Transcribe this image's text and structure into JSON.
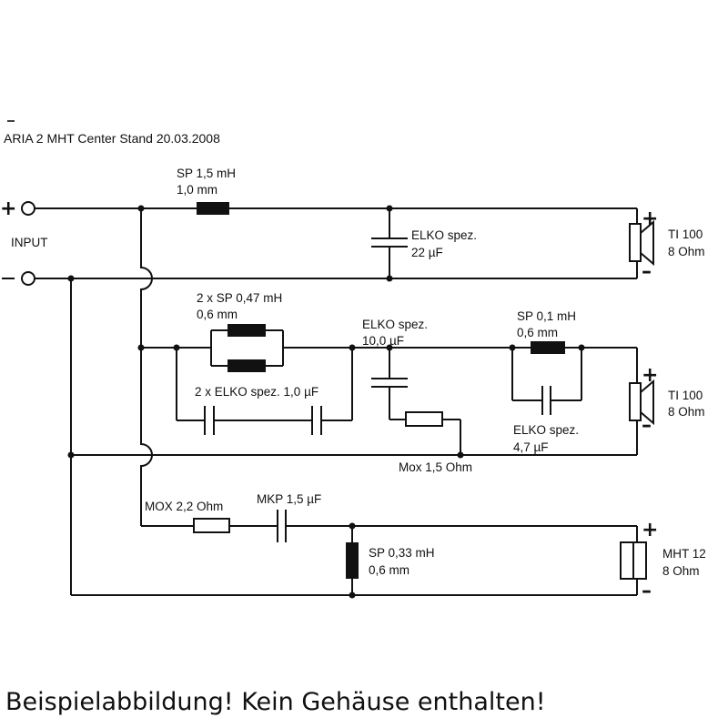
{
  "title": "ARIA 2 MHT Center Stand 20.03.2008",
  "input": {
    "plus": "+",
    "label": "INPUT"
  },
  "woofer_branch": {
    "coil": {
      "line1": "SP 1,5 mH",
      "line2": "1,0 mm"
    },
    "cap": {
      "line1": "ELKO spez.",
      "line2": "22 µF"
    },
    "speaker": {
      "plus": "+",
      "minus": "–",
      "name": "TI 100",
      "imp": "8 Ohm"
    }
  },
  "mid_branch": {
    "coils": {
      "line1": "2 x SP 0,47 mH",
      "line2": "0,6 mm"
    },
    "caps": {
      "label": "2 x ELKO spez. 1,0 µF"
    },
    "series_cap": {
      "line1": "ELKO spez.",
      "line2": "10,0 µF"
    },
    "resistor": {
      "label": "Mox 1,5 Ohm"
    },
    "coil2": {
      "line1": "SP 0,1 mH",
      "line2": "0,6 mm"
    },
    "cap2": {
      "line1": "ELKO spez.",
      "line2": "4,7 µF"
    },
    "speaker": {
      "plus": "+",
      "minus": "–",
      "name": "TI 100",
      "imp": "8 Ohm"
    }
  },
  "tweeter_branch": {
    "resistor": {
      "label": "MOX 2,2 Ohm"
    },
    "cap": {
      "label": "MKP 1,5 µF"
    },
    "coil": {
      "line1": "SP 0,33 mH",
      "line2": "0,6 mm"
    },
    "speaker": {
      "plus": "+",
      "minus": "–",
      "name": "MHT 12",
      "imp": "8 Ohm"
    }
  },
  "caption": "Beispielabbildung! Kein Gehäuse enthalten!"
}
